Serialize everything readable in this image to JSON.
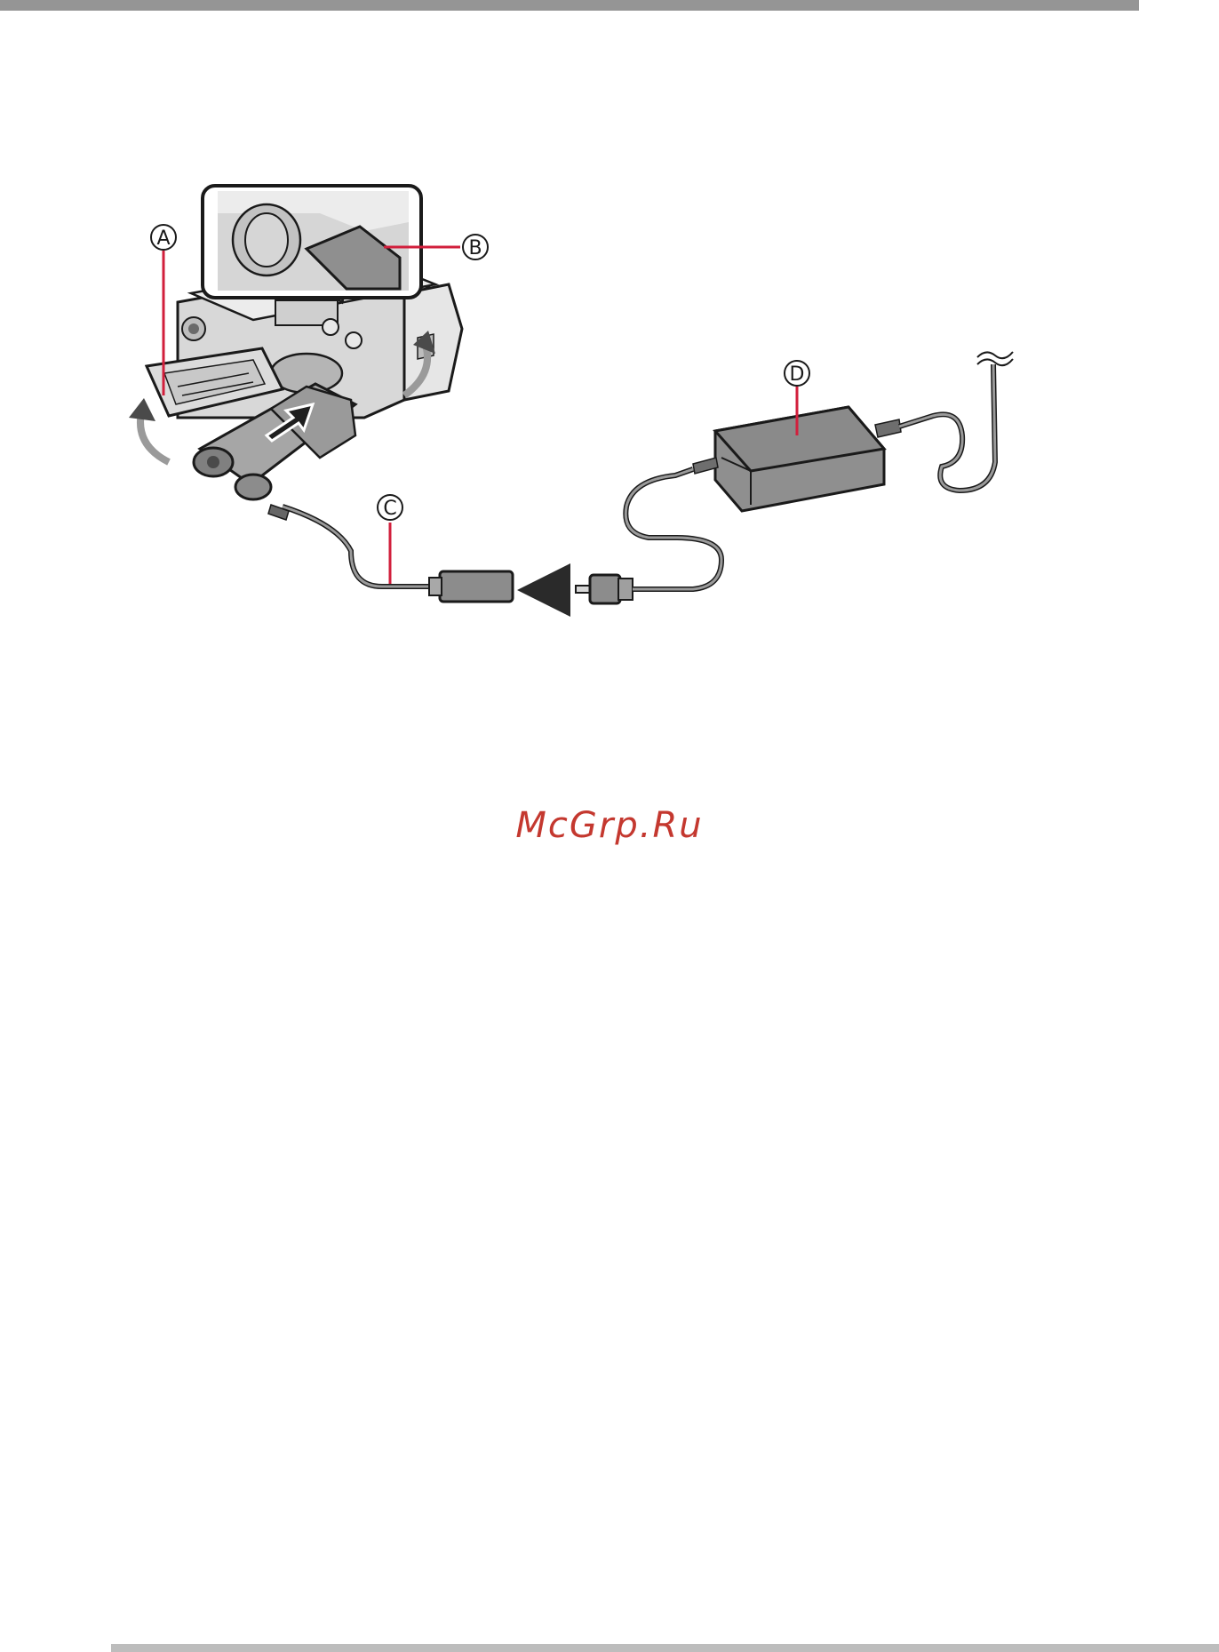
{
  "figure": {
    "callouts": {
      "a": "A",
      "b": "B",
      "c": "C",
      "d": "D"
    },
    "colors": {
      "callout_line": "#d21f3c",
      "device_gray": "#8c8c8c",
      "outline": "#1a1a1a"
    }
  },
  "watermark": "McGrp.Ru"
}
